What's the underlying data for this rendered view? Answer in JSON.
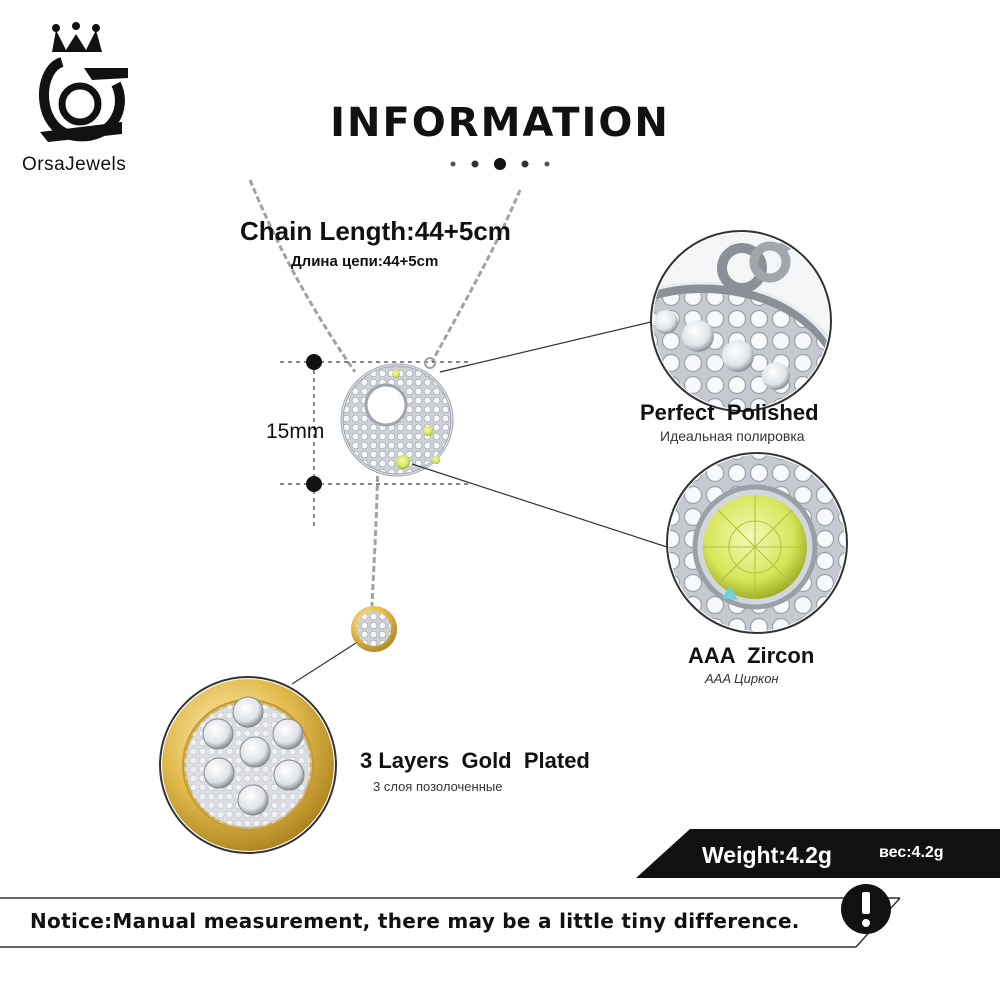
{
  "logo": {
    "text": "OrsaJewels",
    "icon": "crown-o-logo"
  },
  "header": {
    "title": "INFORMATION"
  },
  "chain": {
    "label_en": "Chain Length:44+5cm",
    "label_ru": "Длина цепи:44+5cm"
  },
  "dimension": {
    "label": "15mm"
  },
  "features": [
    {
      "title": "Perfect  Polished",
      "subtitle": "Идеальная полировка"
    },
    {
      "title": "AAA  Zircon",
      "subtitle": "AAA Циркон"
    },
    {
      "title": "3 Layers  Gold  Plated",
      "subtitle": "3 слоя позолоченные"
    }
  ],
  "weight": {
    "label": "Weight:4.2g",
    "label_ru": "вес:4.2g"
  },
  "notice": {
    "text": "Notice:Manual measurement, there may be a little tiny difference.",
    "icon": "exclamation-icon"
  },
  "colors": {
    "gold": "#d9ad3a",
    "zircon": "#d8e85a",
    "silver": "#c9ccd1",
    "band": "#111111"
  }
}
